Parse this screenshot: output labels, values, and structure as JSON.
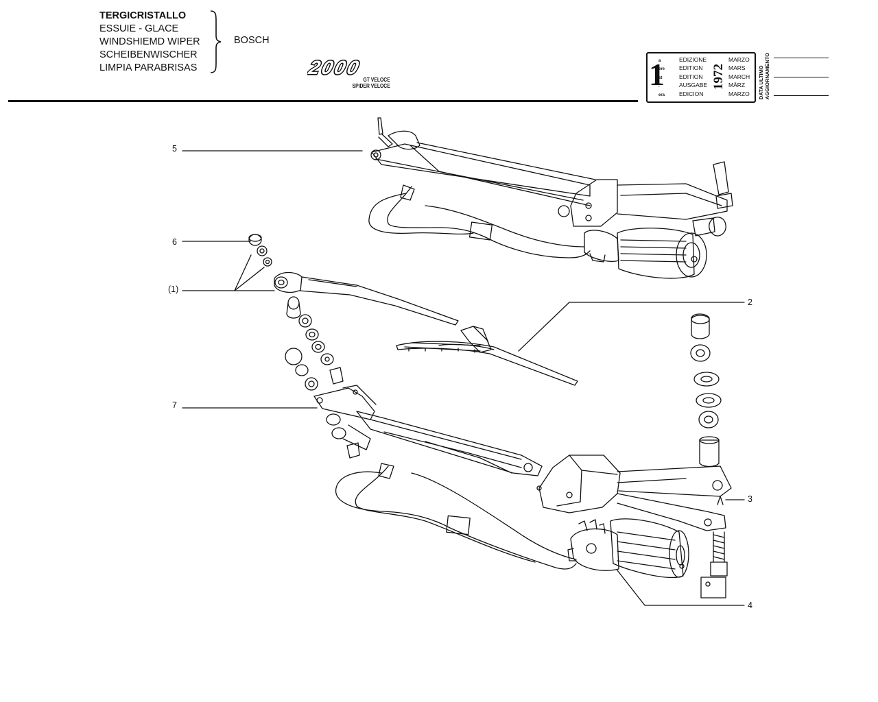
{
  "header": {
    "title_lines": [
      "TERGICRISTALLO",
      "ESSUIE - GLACE",
      "WINDSHIEMD WIPER",
      "SCHEIBENWISCHER",
      "LIMPIA PARABRISAS"
    ],
    "manufacturer": "BOSCH",
    "logo_text": "2000",
    "model_lines": [
      "GT VELOCE",
      "SPIDER VELOCE"
    ]
  },
  "edition": {
    "number": "1",
    "suffixes": [
      "a",
      "ere",
      "st",
      ".",
      "era"
    ],
    "words": [
      "EDIZIONE",
      "EDITION",
      "EDITION",
      "AUSGABE",
      "EDICION"
    ],
    "year": "1972",
    "months": [
      "MARZO",
      "MARS",
      "MARCH",
      "MÄRZ",
      "MARZO"
    ],
    "update_label_lines": [
      "DATA ULTIMO",
      "AGGIORNAMENTO"
    ]
  },
  "callouts": [
    "5",
    "6",
    "(1)",
    "2",
    "7",
    "3",
    "4"
  ]
}
